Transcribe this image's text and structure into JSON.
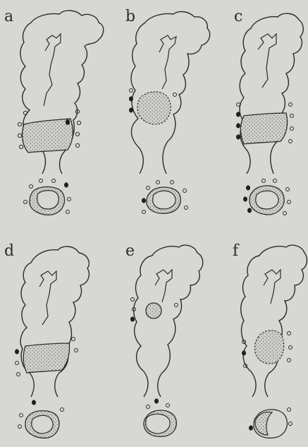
{
  "figure": {
    "panels": [
      {
        "id": "a",
        "label": "a"
      },
      {
        "id": "b",
        "label": "b"
      },
      {
        "id": "c",
        "label": "c"
      },
      {
        "id": "d",
        "label": "d"
      },
      {
        "id": "e",
        "label": "e"
      },
      {
        "id": "f",
        "label": "f"
      }
    ],
    "colors": {
      "background": "#d7d7d3",
      "ink": "#2b2b2b",
      "stipple": "#3a3a3a",
      "stipple_fill": "#c8c8c3"
    }
  }
}
